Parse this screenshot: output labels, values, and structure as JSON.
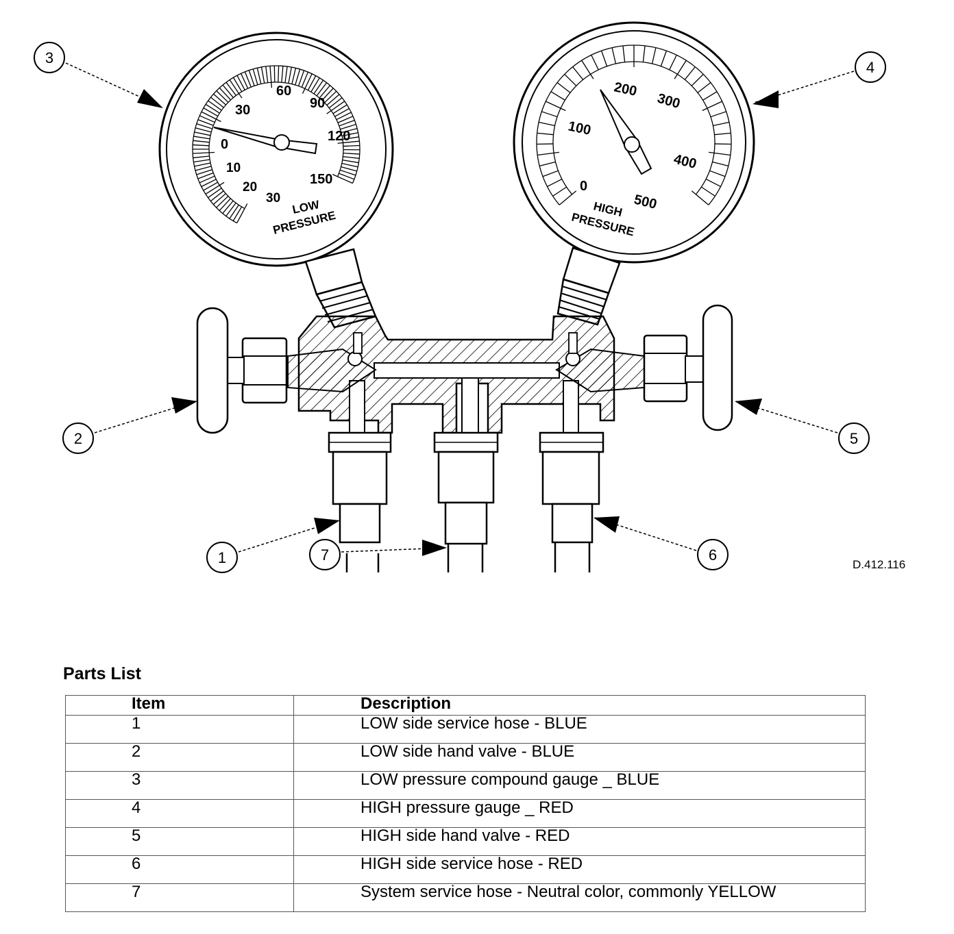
{
  "low_gauge": {
    "scale_labels": [
      "0",
      "30",
      "60",
      "90",
      "120",
      "150"
    ],
    "vacuum_labels": [
      "10",
      "20",
      "30"
    ],
    "caption_line1": "LOW",
    "caption_line2": "PRESSURE"
  },
  "high_gauge": {
    "scale_labels": [
      "0",
      "100",
      "200",
      "300",
      "400",
      "500"
    ],
    "caption_line1": "HIGH",
    "caption_line2": "PRESSURE"
  },
  "callouts": [
    "1",
    "2",
    "3",
    "4",
    "5",
    "6",
    "7"
  ],
  "figure_id": "D.412.116",
  "parts_list": {
    "title": "Parts List",
    "headers": {
      "item": "Item",
      "description": "Description"
    },
    "rows": [
      {
        "item": "1",
        "description": "LOW side service hose - BLUE"
      },
      {
        "item": "2",
        "description": "LOW side hand valve - BLUE"
      },
      {
        "item": "3",
        "description": "LOW pressure compound gauge _ BLUE"
      },
      {
        "item": "4",
        "description": "HIGH pressure gauge _ RED"
      },
      {
        "item": "5",
        "description": "HIGH side hand valve - RED"
      },
      {
        "item": "6",
        "description": "HIGH side service hose - RED"
      },
      {
        "item": "7",
        "description": "System service hose - Neutral color, commonly YELLOW"
      }
    ]
  }
}
